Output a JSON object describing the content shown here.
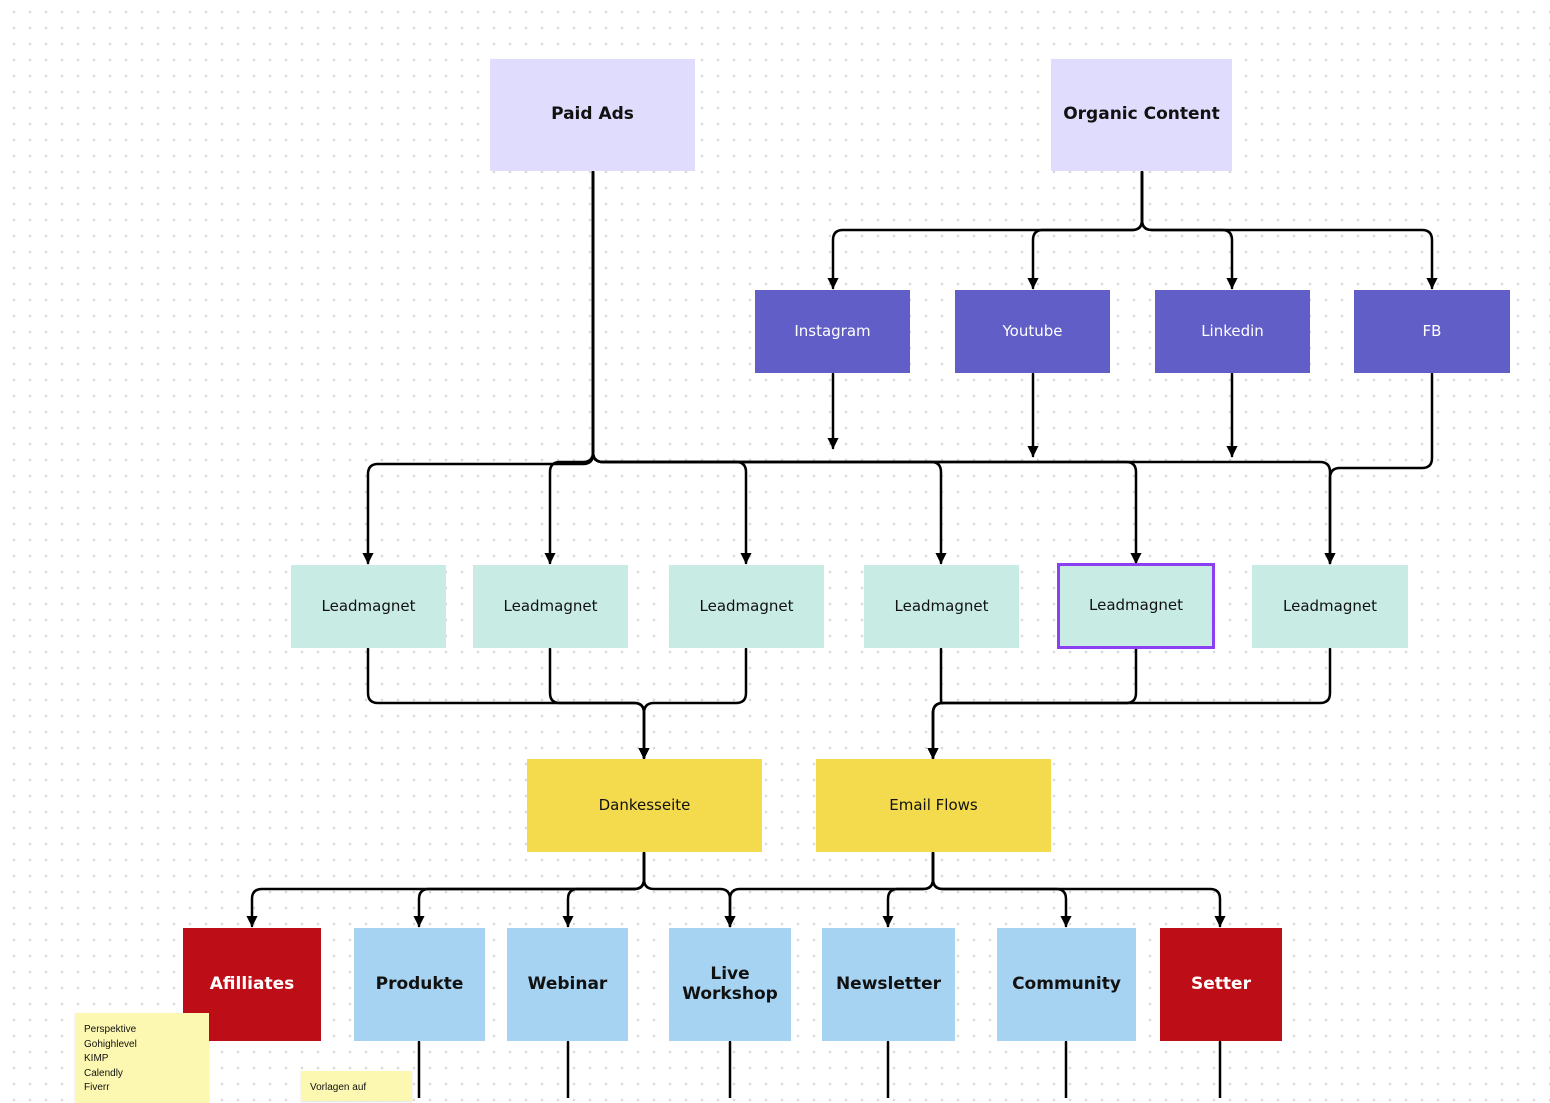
{
  "sources": {
    "paid_ads": "Paid Ads",
    "organic_content": "Organic Content"
  },
  "channels": [
    "Instagram",
    "Youtube",
    "Linkedin",
    "FB"
  ],
  "leadmagnets": [
    "Leadmagnet",
    "Leadmagnet",
    "Leadmagnet",
    "Leadmagnet",
    "Leadmagnet",
    "Leadmagnet"
  ],
  "mid": {
    "dankesseite": "Dankesseite",
    "email_flows": "Email Flows"
  },
  "offers": {
    "afilliates": "Afilliates",
    "produkte": "Produkte",
    "webinar": "Webinar",
    "live_workshop": "Live Workshop",
    "newsletter": "Newsletter",
    "community": "Community",
    "setter": "Setter"
  },
  "sticky_notes": {
    "tools": [
      "Perspektive",
      "Gohighlevel",
      "KIMP",
      "Calendly",
      "Fiverr"
    ],
    "vorlagen": "Vorlagen auf"
  },
  "colors": {
    "source": "#e0dcfd",
    "channel": "#625ec8",
    "leadmagnet": "#c8ece4",
    "selected_border": "#8c3ff0",
    "mid": "#f4da4d",
    "offer": "#a6d3f1",
    "highlight_red": "#bd0e18",
    "sticky": "#fdf8b1",
    "connector": "#000000"
  }
}
